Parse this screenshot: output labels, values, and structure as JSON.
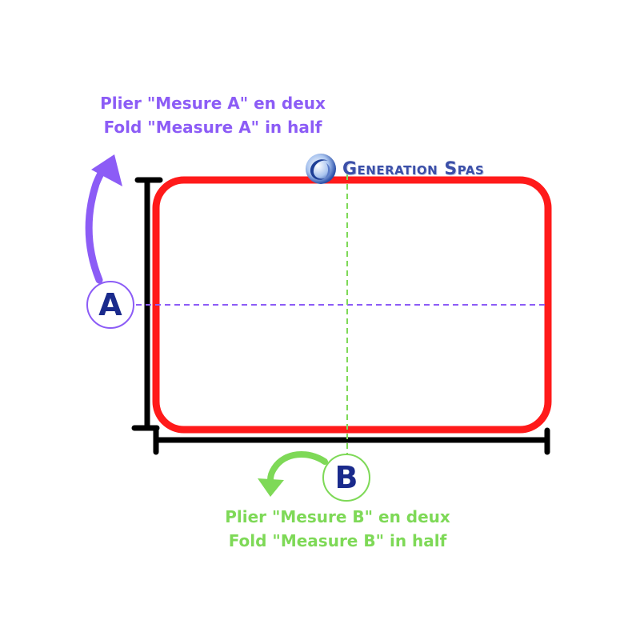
{
  "fold_a": {
    "letter": "A",
    "caption_fr": "Plier \"Mesure A\" en deux",
    "caption_en": "Fold \"Measure A\" in half",
    "color": "#8c5cf6"
  },
  "fold_b": {
    "letter": "B",
    "caption_fr": "Plier \"Mesure B\" en deux",
    "caption_en": "Fold \"Measure B\" in half",
    "color": "#7ed957"
  },
  "logo": {
    "text": "Generation Spas",
    "color": "#3b4fa8"
  },
  "colors": {
    "outline": "#ff1a1a",
    "measure_bar": "#000000",
    "letter": "#1a2a8c"
  },
  "icons": [
    "curved-arrow-up-icon",
    "curved-arrow-down-icon",
    "logo-swirl-icon"
  ]
}
